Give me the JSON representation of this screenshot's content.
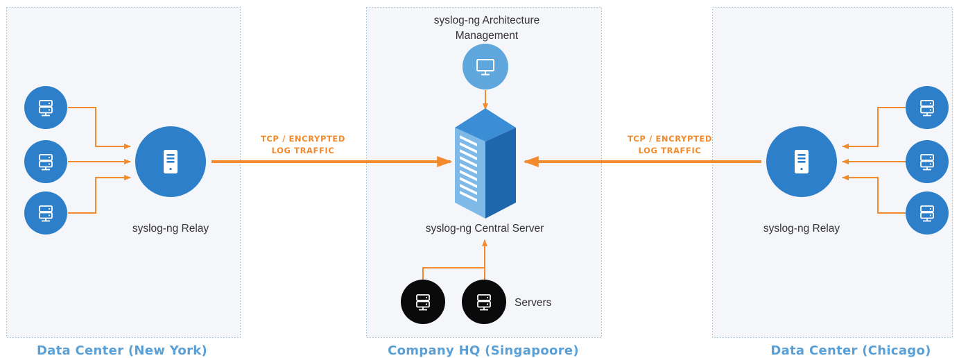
{
  "regions": {
    "left": "Data Center (New York)",
    "center": "Company HQ (Singapoore)",
    "right": "Data Center (Chicago)"
  },
  "nodes": {
    "left_relay": "syslog-ng Relay",
    "right_relay": "syslog-ng Relay",
    "central_server": "syslog-ng Central Server",
    "management_line1": "syslog-ng Architecture",
    "management_line2": "Management",
    "servers": "Servers"
  },
  "connections": {
    "left_traffic_line1": "TCP / ENCRYPTED",
    "left_traffic_line2": "LOG TRAFFIC",
    "right_traffic_line1": "TCP / ENCRYPTED",
    "right_traffic_line2": "LOG TRAFFIC"
  },
  "colors": {
    "panel_background": "#f5f6f9",
    "panel_border": "#8fb7d6",
    "node_blue": "#2c7fc8",
    "management_blue": "#5ea6dc",
    "server_black": "#0a0a0a",
    "arrow_orange": "#f28a2e",
    "region_label_blue": "#5aa0d6"
  },
  "icons": {
    "client_server": "server-icon",
    "relay": "server-tower-icon",
    "management": "monitor-icon",
    "central": "server-rack-icon"
  }
}
